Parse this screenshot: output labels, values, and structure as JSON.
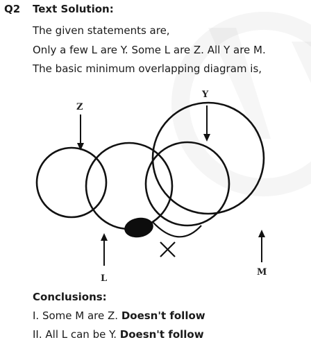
{
  "question": {
    "number": "Q2",
    "heading": "Text Solution:"
  },
  "statements": {
    "intro": "The given statements are,",
    "text": "Only a few L are Y. Some L are Z. All Y are M.",
    "diagram_intro": "The basic minimum overlapping diagram is,"
  },
  "diagram": {
    "labels": {
      "z": "Z",
      "y": "Y",
      "l": "L",
      "m": "M"
    }
  },
  "conclusions": {
    "title": "Conclusions:",
    "items": [
      {
        "text": "I. Some M are Z. ",
        "verdict": "Doesn't follow"
      },
      {
        "text": "II. All L can be Y. ",
        "verdict": "Doesn't follow"
      }
    ]
  }
}
